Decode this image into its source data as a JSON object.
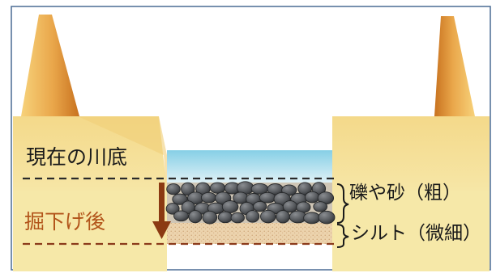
{
  "labels": {
    "current_riverbed": "現在の川底",
    "after_dredging": "掘下げ後",
    "gravel_sand_coarse": "礫や砂（粗）",
    "silt_fine": "シルト（微細）"
  },
  "colors": {
    "bank_fill": "#f2da8a",
    "bank_fill_light": "#f7e8a8",
    "tower_dark": "#cf7a22",
    "tower_light": "#f5c96a",
    "water_top": "#8fd3e9",
    "water_bottom": "#d8eff6",
    "stone": "#5f6266",
    "stone_dark": "#2e3033",
    "silt_fill": "#e9cfa8",
    "current_line": "#2a2a2a",
    "after_line": "#8b3a1a",
    "arrow": "#8b3a12",
    "label_current": "#1a1a1a",
    "label_after": "#b2541a",
    "frame": "#4a6b94"
  }
}
